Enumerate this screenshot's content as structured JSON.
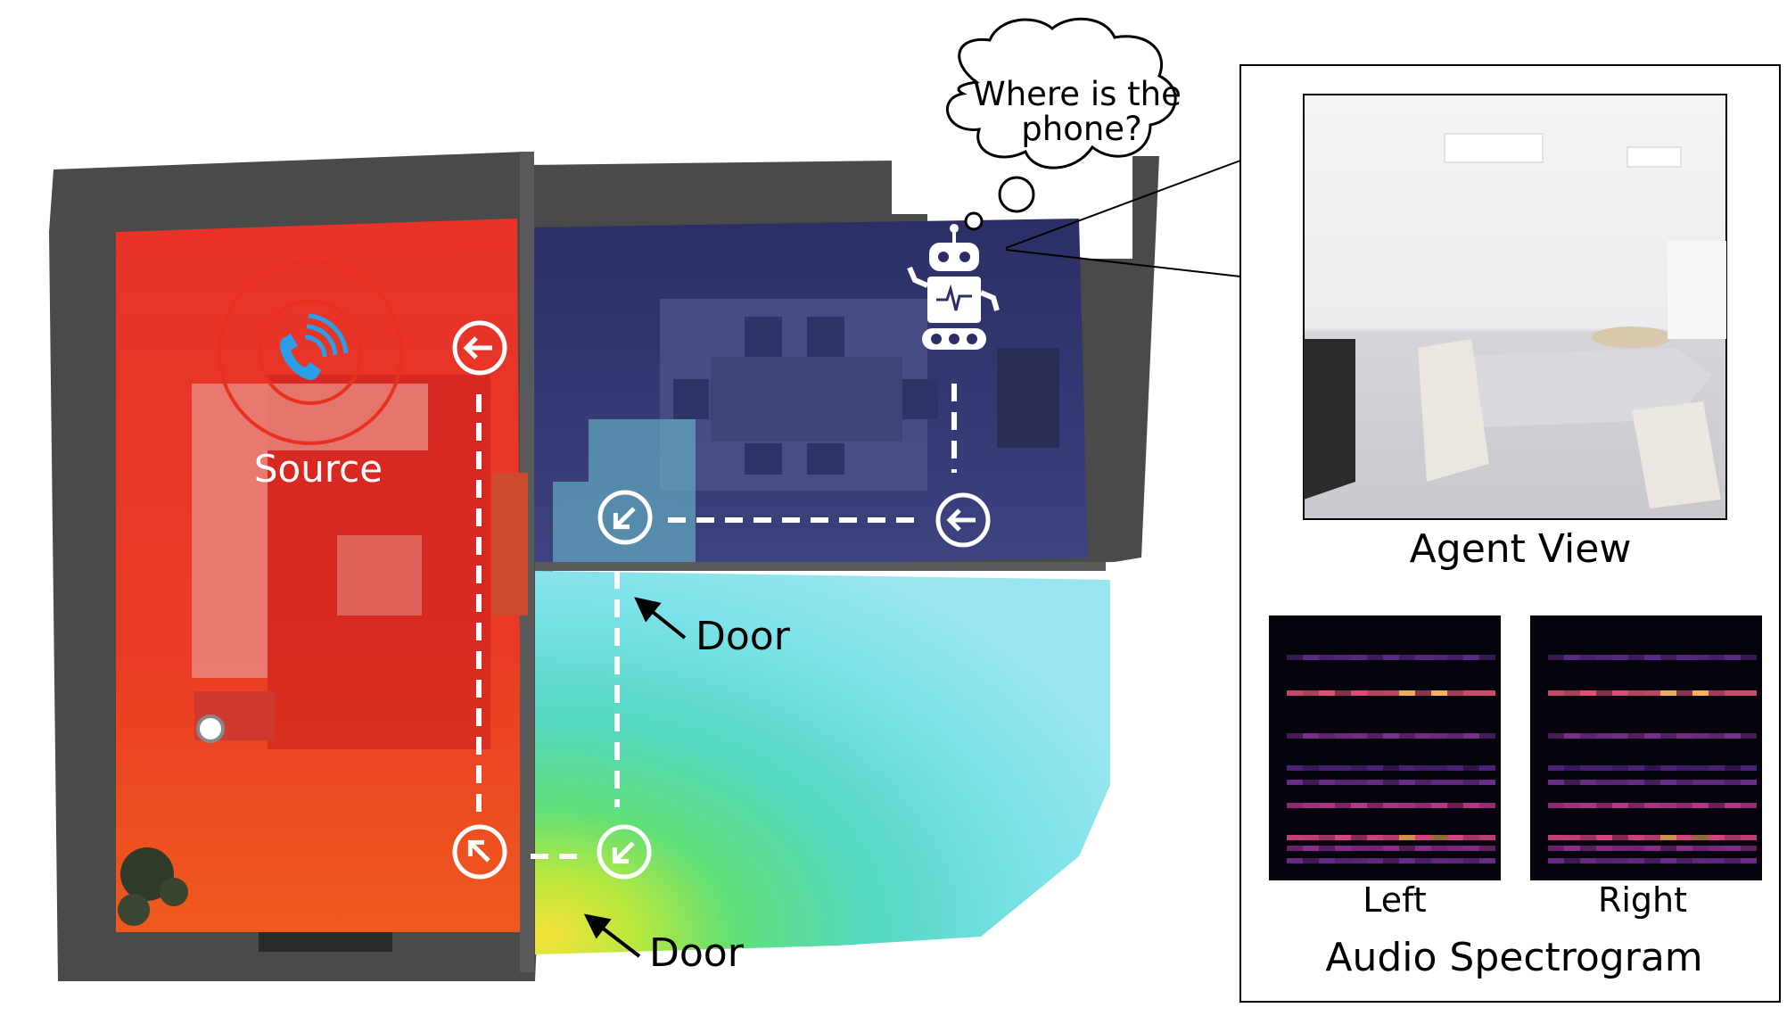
{
  "map": {
    "source_label": "Source",
    "door_labels": [
      "Door",
      "Door"
    ]
  },
  "thought": {
    "line1": "Where is the",
    "line2": "phone?"
  },
  "panel": {
    "agent_view_label": "Agent View",
    "left_label": "Left",
    "right_label": "Right",
    "spectrogram_label": "Audio Spectrogram"
  },
  "colors": {
    "source_room": "#e8322a",
    "agent_room": "#3a3f7a",
    "near_door": "#f2e03a",
    "mid_field": "#6fe0e6",
    "source_ring": "#e8321f",
    "phone_icon": "#2a9fe6"
  },
  "icons": [
    "phone-icon",
    "robot-icon",
    "arrow-icon",
    "thought-cloud-icon"
  ]
}
